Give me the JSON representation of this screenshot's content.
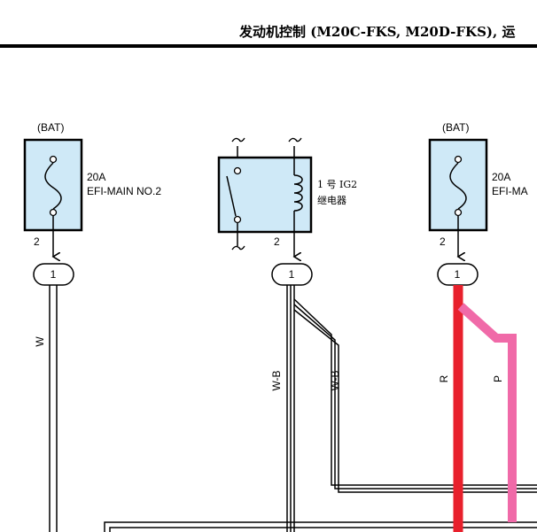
{
  "header": {
    "title": "发动机控制 (M20C-FKS, M20D-FKS), 运"
  },
  "fuse_left": {
    "source": "(BAT)",
    "rating": "20A",
    "name": "EFI-MAIN NO.2",
    "pin": "2",
    "connector_pin": "1"
  },
  "relay": {
    "name_line1": "1 号 IG2",
    "name_line2": "继电器",
    "pin": "2",
    "connector_pin": "1"
  },
  "fuse_right": {
    "source": "(BAT)",
    "rating": "20A",
    "name": "EFI-MA",
    "pin": "2",
    "connector_pin": "1"
  },
  "wires": {
    "w1": "W",
    "wb1": "W-B",
    "wb2": "W-B",
    "r": "R",
    "p": "P"
  },
  "colors": {
    "component_fill": "#cfe9f7",
    "wire_red": "#e8202c",
    "wire_pink": "#f06aa8"
  }
}
